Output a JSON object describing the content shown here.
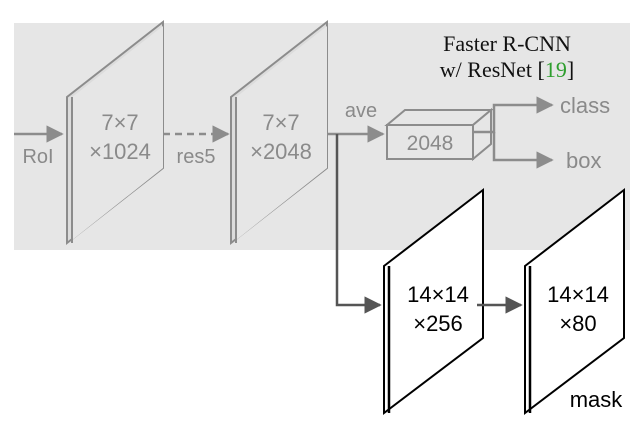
{
  "header": {
    "title_line1": "Faster R-CNN",
    "title_line2_prefix": "w/ ResNet [",
    "title_line2_ref": "19",
    "title_line2_suffix": "]"
  },
  "input_label": "RoI",
  "blocks": [
    {
      "line1": "7×7",
      "line2": "×1024"
    },
    {
      "line1": "7×7",
      "line2": "×2048"
    },
    {
      "line1": "14×14",
      "line2": "×256"
    },
    {
      "line1": "14×14",
      "line2": "×80"
    }
  ],
  "edge_labels": {
    "res5": "res5",
    "ave": "ave"
  },
  "fc_block": {
    "label": "2048"
  },
  "outputs": {
    "class": "class",
    "box": "box",
    "mask": "mask"
  },
  "colors": {
    "shaded_region": "#e6e6e6",
    "gray_stroke": "#8c8c8c",
    "gray_text": "#8a8a8a",
    "black": "#000000",
    "ref_green": "#2e9e2e"
  }
}
